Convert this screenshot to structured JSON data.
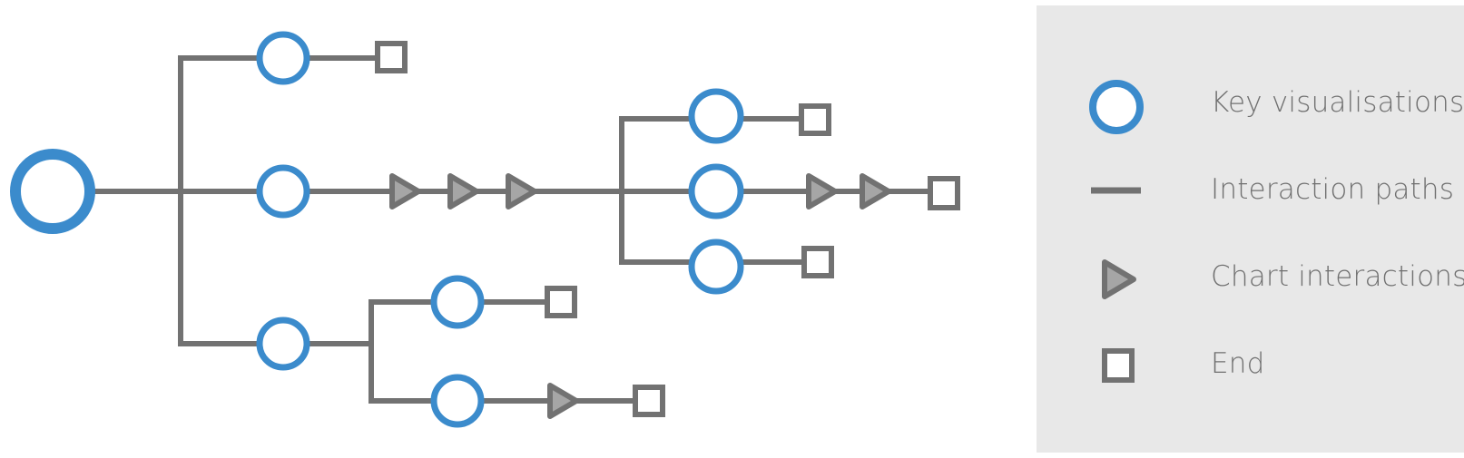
{
  "colors": {
    "node_stroke": "#3b8bcc",
    "path_stroke": "#727272",
    "chart_fill": "#a6a6a6",
    "end_fill": "#ffffff",
    "legend_background": "#e8e8e8",
    "legend_text": "#707070"
  },
  "legend": {
    "items": [
      {
        "symbol": "circle",
        "label": "Key visualisations"
      },
      {
        "symbol": "line",
        "label": "Interaction paths"
      },
      {
        "symbol": "triangle",
        "label": "Chart interactions"
      },
      {
        "symbol": "square",
        "label": "End"
      }
    ]
  }
}
